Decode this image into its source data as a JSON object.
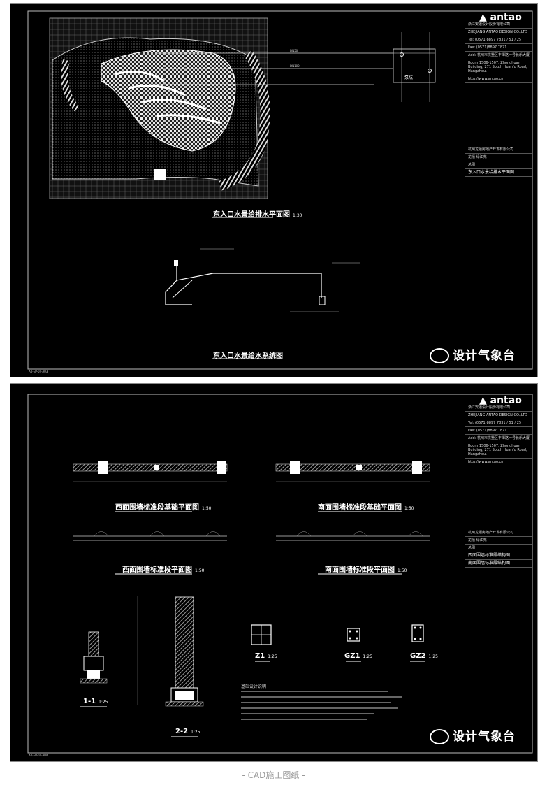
{
  "sheet1": {
    "drawing_title_plan": "东入口水景给排水平面图",
    "plan_scale": "1:30",
    "drawing_title_system": "东入口水景给水系统图",
    "sheet_code": "A0-EP-04-A03",
    "labels": {
      "pump_pit": "泵坑",
      "supply_pipe": "DN50",
      "drain_pipe": "DN100"
    }
  },
  "sheet2": {
    "drawings": [
      {
        "title": "西面围墙标准段基础平面图",
        "scale": "1:50"
      },
      {
        "title": "南面围墙标准段基础平面图",
        "scale": "1:50"
      },
      {
        "title": "西面围墙标准段平面图",
        "scale": "1:50"
      },
      {
        "title": "南面围墙标准段平面图",
        "scale": "1:50"
      }
    ],
    "sections": [
      {
        "label": "1-1",
        "scale": "1:25"
      },
      {
        "label": "2-2",
        "scale": "1:25"
      }
    ],
    "columns": [
      {
        "label": "Z1",
        "scale": "1:25"
      },
      {
        "label": "GZ1",
        "scale": "1:25"
      },
      {
        "label": "GZ2",
        "scale": "1:25"
      }
    ],
    "notes_title": "基础设计说明",
    "sheet_code": "A0-EP-04-A04"
  },
  "title_block": {
    "brand": "antao",
    "company": "浙江安道设计股份有限公司",
    "company_en": "ZHEJIANG ANTAO DESIGN CO.,LTD",
    "tel": "Tel: (0571)8897 7831 / 51 / 25",
    "fax": "Fax: (0571)8897 7871",
    "address": "Add: 杭州市拱墅区丰潭路一号长乐大厦",
    "address_en": "Room 1506-1507, Zhonghuan Building, 271 South Huanfu Road, Hangzhou.",
    "web": "http://www.antao.cn",
    "client": "杭州龙禧房地产开发有限公司",
    "project": "龙禧·绿江苑",
    "discipline": "总图",
    "sheet1_title": "东入口水景给排水平面图",
    "sheet2_title_a": "西面围墙标准段结构图",
    "sheet2_title_b": "南面围墙标准段结构图"
  },
  "watermark": "设计气象台",
  "caption": "- CAD施工图纸 -"
}
